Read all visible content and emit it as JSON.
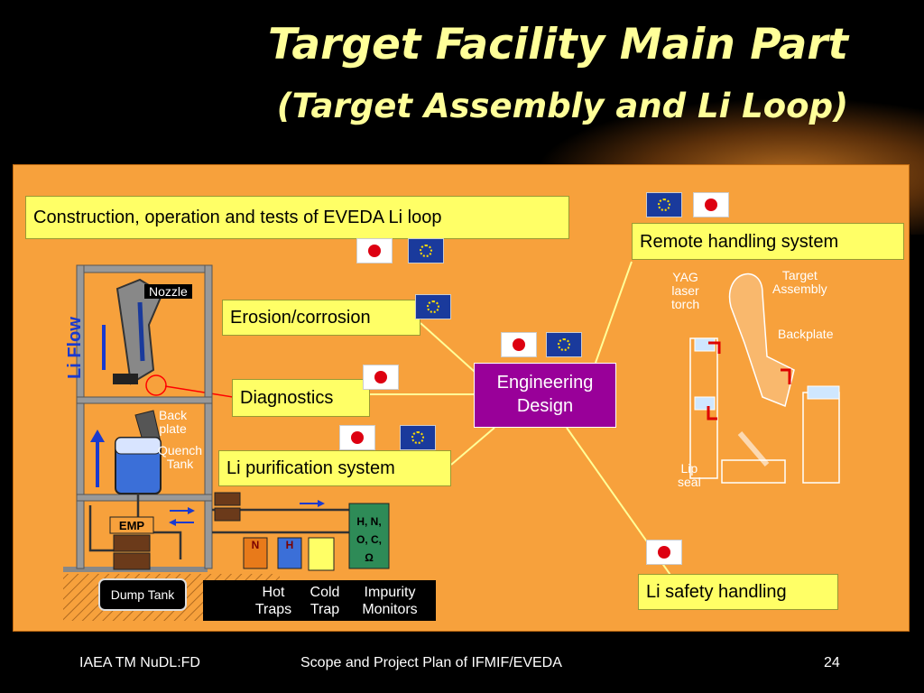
{
  "title": {
    "line1": "Target Facility Main Part",
    "line2": "(Target Assembly and Li Loop)"
  },
  "boxes": {
    "construction": "Construction, operation and tests of EVEDA Li loop",
    "remote_handling": "Remote handling system",
    "erosion": "Erosion/corrosion",
    "diagnostics": "Diagnostics",
    "purification": "Li purification system",
    "safety": "Li safety handling",
    "engineering_line1": "Engineering",
    "engineering_line2": "Design"
  },
  "loop_labels": {
    "nozzle": "Nozzle",
    "li_flow": "Li Flow",
    "back_plate_1": "Back",
    "back_plate_2": "plate",
    "quench_tank_1": "Quench",
    "quench_tank_2": "Tank",
    "emp": "EMP",
    "n": "N",
    "h": "H",
    "impurity_elements_1": "H, N,",
    "impurity_elements_2": "O, C,",
    "impurity_elements_3": "Ω",
    "dump_tank": "Dump Tank",
    "hot_traps_1": "Hot",
    "hot_traps_2": "Traps",
    "cold_trap_1": "Cold",
    "cold_trap_2": "Trap",
    "impurity_monitors_1": "Impurity",
    "impurity_monitors_2": "Monitors"
  },
  "assembly_labels": {
    "yag_1": "YAG",
    "yag_2": "laser",
    "yag_3": "torch",
    "target_1": "Target",
    "target_2": "Assembly",
    "backplate": "Backplate",
    "lip_1": "Lip",
    "lip_2": "seal"
  },
  "flags": {
    "construction": [
      "jp",
      "eu"
    ],
    "remote_handling": [
      "eu",
      "jp"
    ],
    "erosion": [
      "eu"
    ],
    "engineering": [
      "jp",
      "eu"
    ],
    "diagnostics": [
      "jp"
    ],
    "purification": [
      "jp",
      "eu"
    ],
    "safety": [
      "jp"
    ]
  },
  "colors": {
    "title": "#ffff99",
    "panel": "#f7a13c",
    "box": "#ffff66",
    "engineering": "#990099"
  },
  "footer": {
    "left": "IAEA TM NuDL:FD",
    "center": "Scope and Project Plan of IFMIF/EVEDA",
    "page": "24"
  }
}
